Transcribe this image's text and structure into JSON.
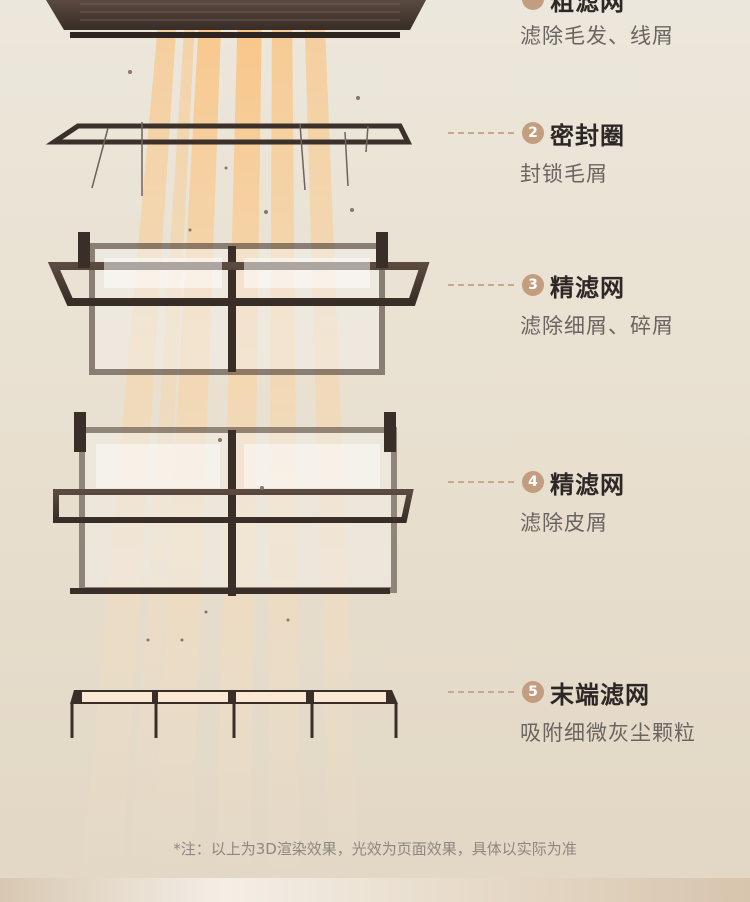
{
  "layers": [
    {
      "num": "",
      "title": "粗滤网",
      "desc": "滤除毛发、线屑"
    },
    {
      "num": "2",
      "title": "密封圈",
      "desc": "封锁毛屑"
    },
    {
      "num": "3",
      "title": "精滤网",
      "desc": "滤除细屑、碎屑"
    },
    {
      "num": "4",
      "title": "精滤网",
      "desc": "滤除皮屑"
    },
    {
      "num": "5",
      "title": "末端滤网",
      "desc": "吸附细微灰尘颗粒"
    }
  ],
  "note": "*注：以上为3D渲染效果，光效为页面效果，具体以实际为准",
  "colors": {
    "accent": "#c39d7f",
    "frame": "#4a3b33",
    "beam": "#f2a65a"
  }
}
